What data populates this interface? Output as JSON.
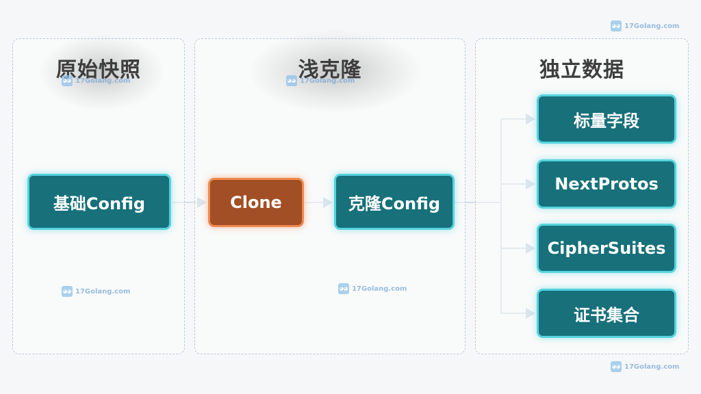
{
  "panels": {
    "original": {
      "title": "原始快照",
      "box": "基础Config"
    },
    "shallow": {
      "title": "浅克隆",
      "clone": "Clone",
      "box": "克隆Config"
    },
    "independent": {
      "title": "独立数据",
      "items": [
        "标量字段",
        "NextProtos",
        "CipherSuites",
        "证书集合"
      ]
    }
  },
  "watermark": {
    "text": "17Golang.com",
    "icon": "gopher-icon"
  },
  "colors": {
    "teal_fill": "#17707a",
    "teal_border": "#55d3de",
    "orange_fill": "#a24f25",
    "orange_border": "#f08a50",
    "panel_border": "#b9c9dc"
  }
}
